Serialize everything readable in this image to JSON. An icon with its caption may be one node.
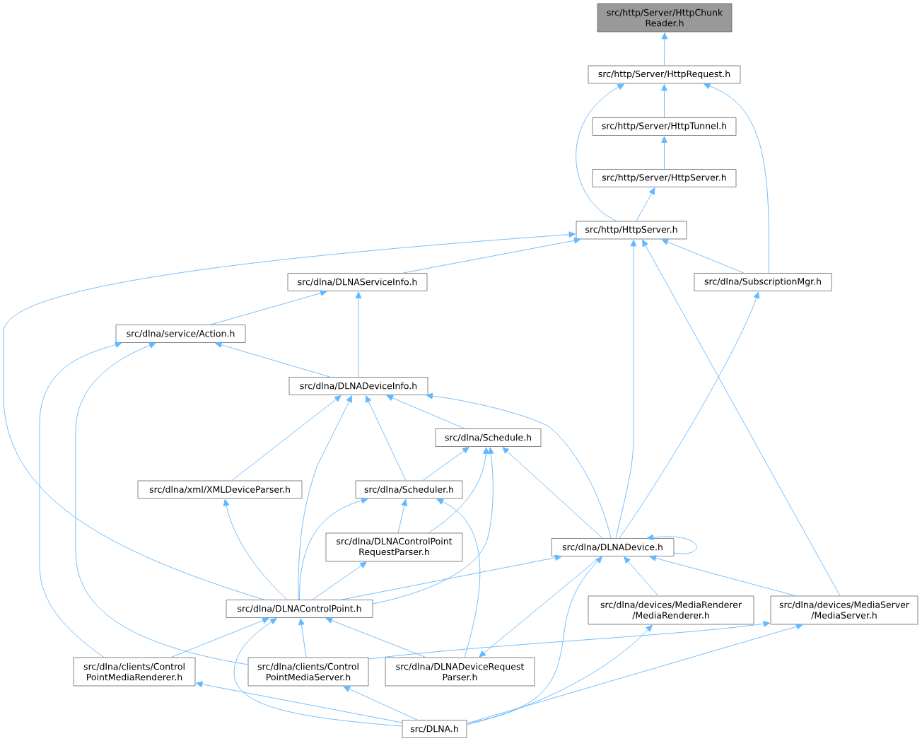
{
  "diagram": {
    "nodes": [
      {
        "text": [
          "src/http/Server/HttpChunk Reader.h"
        ]
      },
      {
        "text": [
          "src/http/Server/HttpRequest.h"
        ]
      },
      {
        "text": [
          "src/http/Server/HttpTunnel.h"
        ]
      },
      {
        "text": [
          "src/http/Server/HttpServer.h"
        ]
      },
      {
        "text": [
          "src/http/HttpServer.h"
        ]
      },
      {
        "text": [
          "src/dlna/DLNAServiceInfo.h"
        ]
      },
      {
        "text": [
          "src/dlna/SubscriptionMgr.h"
        ]
      },
      {
        "text": [
          "src/dlna/service/Action.h"
        ]
      },
      {
        "text": [
          "src/dlna/DLNADeviceInfo.h"
        ]
      },
      {
        "text": [
          "src/dlna/Schedule.h"
        ]
      },
      {
        "text": [
          "src/dlna/xml/XMLDeviceParser.h"
        ]
      },
      {
        "text": [
          "src/dlna/Scheduler.h"
        ]
      },
      {
        "text": [
          "src/dlna/DLNAControlPoint RequestParser.h"
        ]
      },
      {
        "text": [
          "src/dlna/DLNADevice.h"
        ]
      },
      {
        "text": [
          "src/dlna/DLNAControlPoint.h"
        ]
      },
      {
        "text": [
          "src/dlna/devices/MediaRenderer /MediaRenderer.h"
        ]
      },
      {
        "text": [
          "src/dlna/devices/MediaServer /MediaServer.h"
        ]
      },
      {
        "text": [
          "src/dlna/clients/Control PointMediaRenderer.h"
        ]
      },
      {
        "text": [
          "src/dlna/clients/Control PointMediaServer.h"
        ]
      },
      {
        "text": [
          "src/dlna/DLNADeviceRequest Parser.h"
        ]
      },
      {
        "text": [
          "src/DLNA.h"
        ]
      }
    ],
    "edges": [
      {
        "from": 1,
        "to": 0,
        "arrow": "to"
      },
      {
        "from": 2,
        "to": 1,
        "arrow": "to"
      },
      {
        "from": 4,
        "to": 1,
        "arrow": "to"
      },
      {
        "from": 6,
        "to": 1,
        "arrow": "to"
      },
      {
        "from": 3,
        "to": 2,
        "arrow": "to"
      },
      {
        "from": 4,
        "to": 3,
        "arrow": "to"
      },
      {
        "from": 14,
        "to": 4,
        "arrow": "to"
      },
      {
        "from": 5,
        "to": 4,
        "arrow": "to"
      },
      {
        "from": 13,
        "to": 4,
        "arrow": "to"
      },
      {
        "from": 16,
        "to": 4,
        "arrow": "to"
      },
      {
        "from": 6,
        "to": 4,
        "arrow": "to"
      },
      {
        "from": 7,
        "to": 5,
        "arrow": "to"
      },
      {
        "from": 8,
        "to": 5,
        "arrow": "to"
      },
      {
        "from": 8,
        "to": 7,
        "arrow": "to"
      },
      {
        "from": 17,
        "to": 7,
        "arrow": "to"
      },
      {
        "from": 18,
        "to": 7,
        "arrow": "to"
      },
      {
        "from": 10,
        "to": 8,
        "arrow": "to"
      },
      {
        "from": 14,
        "to": 8,
        "arrow": "to"
      },
      {
        "from": 11,
        "to": 8,
        "arrow": "to"
      },
      {
        "from": 9,
        "to": 8,
        "arrow": "to"
      },
      {
        "from": 13,
        "to": 8,
        "arrow": "to"
      },
      {
        "from": 11,
        "to": 9,
        "arrow": "to"
      },
      {
        "from": 12,
        "to": 9,
        "arrow": "to"
      },
      {
        "from": 14,
        "to": 9,
        "arrow": "to"
      },
      {
        "from": 13,
        "to": 9,
        "arrow": "to"
      },
      {
        "from": 13,
        "to": 6,
        "arrow": "to"
      },
      {
        "from": 13,
        "to": 13,
        "arrow": "to"
      },
      {
        "from": 12,
        "to": 11,
        "arrow": "to"
      },
      {
        "from": 14,
        "to": 11,
        "arrow": "to"
      },
      {
        "from": 19,
        "to": 11,
        "arrow": "to"
      },
      {
        "from": 14,
        "to": 10,
        "arrow": "to"
      },
      {
        "from": 14,
        "to": 12,
        "arrow": "to"
      },
      {
        "from": 14,
        "to": 13,
        "arrow": "to"
      },
      {
        "from": 17,
        "to": 14,
        "arrow": "to"
      },
      {
        "from": 18,
        "to": 14,
        "arrow": "to"
      },
      {
        "from": 19,
        "to": 14,
        "arrow": "to"
      },
      {
        "from": 20,
        "to": 14,
        "arrow": "to"
      },
      {
        "from": 13,
        "to": 19,
        "arrow": "to"
      },
      {
        "from": 20,
        "to": 13,
        "arrow": "to"
      },
      {
        "from": 15,
        "to": 13,
        "arrow": "to"
      },
      {
        "from": 16,
        "to": 13,
        "arrow": "to"
      },
      {
        "from": 18,
        "to": 16,
        "arrow": "to"
      },
      {
        "from": 20,
        "to": 15,
        "arrow": "to"
      },
      {
        "from": 20,
        "to": 16,
        "arrow": "to"
      },
      {
        "from": 20,
        "to": 17,
        "arrow": "to"
      },
      {
        "from": 20,
        "to": 18,
        "arrow": "to"
      }
    ]
  }
}
